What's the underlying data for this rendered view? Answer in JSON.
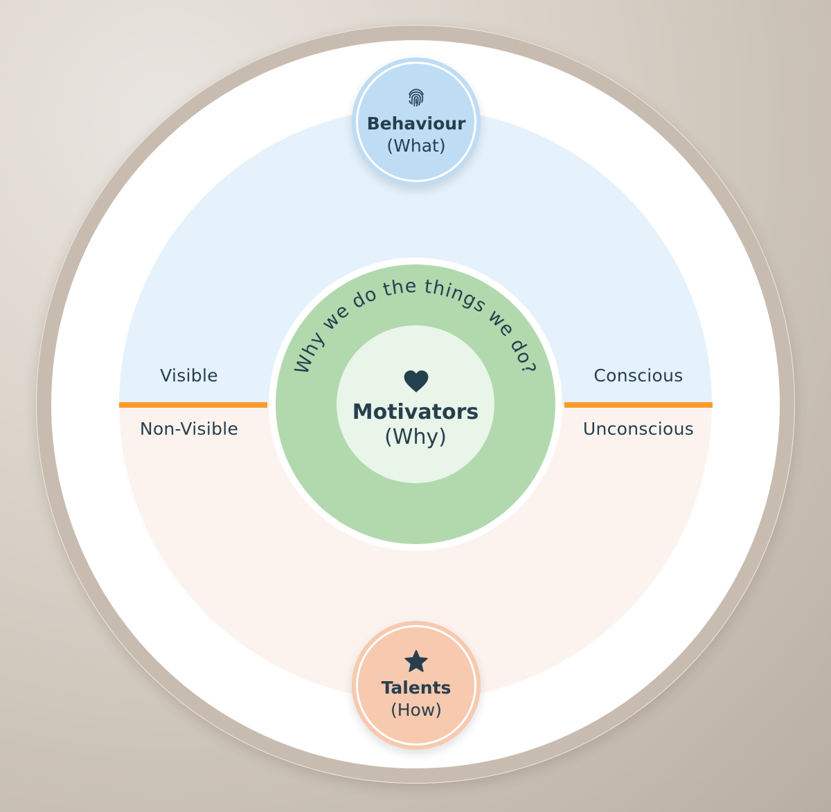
{
  "diagram": {
    "title": "Motivators (Why)",
    "colors": {
      "outer_ring": "#c8bcb0",
      "visible_zone": "#e5f1fb",
      "nonvisible_zone": "#fdf3ee",
      "divider": "#f89b2d",
      "motivators_ring": "#b2d9ae",
      "motivators_core": "#e9f5e8",
      "behaviour_bubble": "#bedcf4",
      "talents_bubble": "#f7c9ae",
      "text": "#263f4f"
    },
    "behaviour": {
      "icon": "fingerprint-icon",
      "title": "Behaviour",
      "subtitle": "(What)"
    },
    "talents": {
      "icon": "star-icon",
      "title": "Talents",
      "subtitle": "(How)"
    },
    "motivators": {
      "icon": "heart-icon",
      "title": "Motivators",
      "subtitle": "(Why)",
      "arc_text": "Why we do the things we do?"
    },
    "left_labels": {
      "top": "Visible",
      "bottom": "Non-Visible"
    },
    "right_labels": {
      "top": "Conscious",
      "bottom": "Unconscious"
    }
  }
}
